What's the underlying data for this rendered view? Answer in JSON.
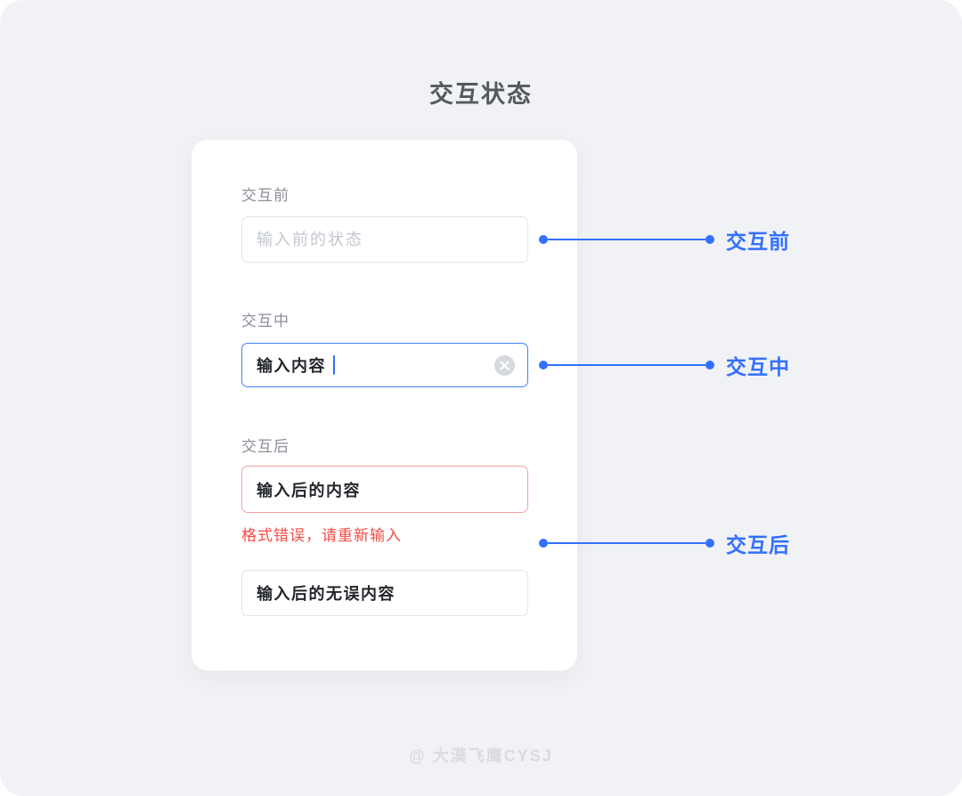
{
  "title": "交互状态",
  "card": {
    "before": {
      "label": "交互前",
      "placeholder": "输入前的状态"
    },
    "during": {
      "label": "交互中",
      "value": "输入内容"
    },
    "after": {
      "label": "交互后",
      "value": "输入后的内容",
      "error": "格式错误，请重新输入",
      "valid_value": "输入后的无误内容"
    }
  },
  "callouts": {
    "before": "交互前",
    "during": "交互中",
    "after": "交互后"
  },
  "watermark": "@ 大漠飞鹰CYSJ",
  "colors": {
    "page_background": "#f1f2f6",
    "card_background": "#ffffff",
    "accent_blue": "#3370ff",
    "focus_border_blue": "#4080ff",
    "default_border": "#e2e4e9",
    "error_border": "#f2a2a0",
    "error_text": "#f54a45",
    "label_gray": "#8a8f99",
    "placeholder_gray": "#c3c7cf",
    "input_text": "#23262b",
    "title_gray": "#56595f",
    "watermark_gray": "#d9dbde",
    "clear_icon_bg": "#d6d9de"
  }
}
